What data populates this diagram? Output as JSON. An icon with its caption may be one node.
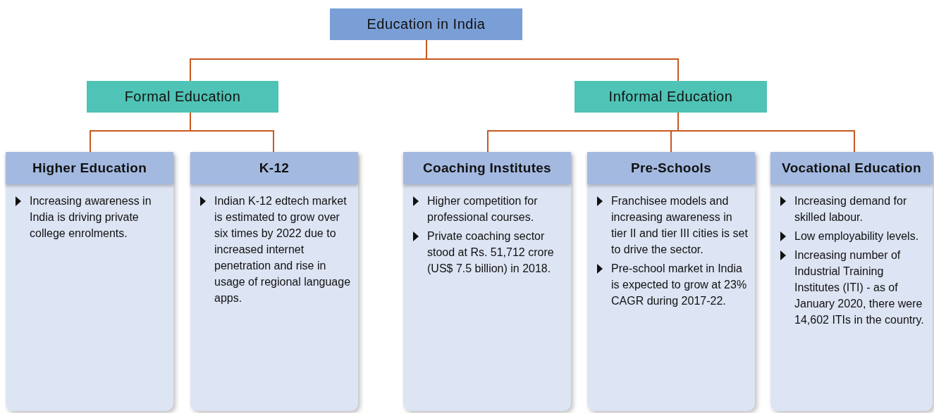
{
  "diagram": {
    "nodes": [
      {
        "text": [
          "Education in India"
        ]
      },
      {
        "text": [
          "Formal Education"
        ]
      },
      {
        "text": [
          "Informal Education"
        ]
      },
      {
        "text": [
          "Higher Education",
          "Increasing awareness in India is driving private college enrolments."
        ]
      },
      {
        "text": [
          "K-12",
          "Indian K-12 edtech market is estimated to grow over six times by 2022 due to increased internet penetration and rise in usage of regional language apps."
        ]
      },
      {
        "text": [
          "Coaching Institutes",
          "Higher competition for professional courses.",
          "Private coaching sector stood at Rs. 51,712 crore (US$ 7.5 billion) in 2018."
        ]
      },
      {
        "text": [
          "Pre-Schools",
          "Franchisee models and increasing awareness in tier II and tier III cities is set to drive the sector.",
          "Pre-school market in India is expected to grow at 23% CAGR during 2017-22."
        ]
      },
      {
        "text": [
          "Vocational Education",
          "Increasing demand for skilled labour.",
          "Low employability levels.",
          "Increasing number of Industrial Training Institutes (ITI) - as of January 2020, there were 14,602 ITIs in the country."
        ]
      }
    ],
    "edges": [
      {
        "from": 0,
        "to": 1,
        "arrow": "none"
      },
      {
        "from": 0,
        "to": 2,
        "arrow": "none"
      },
      {
        "from": 1,
        "to": 3,
        "arrow": "none"
      },
      {
        "from": 1,
        "to": 4,
        "arrow": "none"
      },
      {
        "from": 2,
        "to": 5,
        "arrow": "none"
      },
      {
        "from": 2,
        "to": 6,
        "arrow": "none"
      },
      {
        "from": 2,
        "to": 7,
        "arrow": "none"
      }
    ]
  }
}
